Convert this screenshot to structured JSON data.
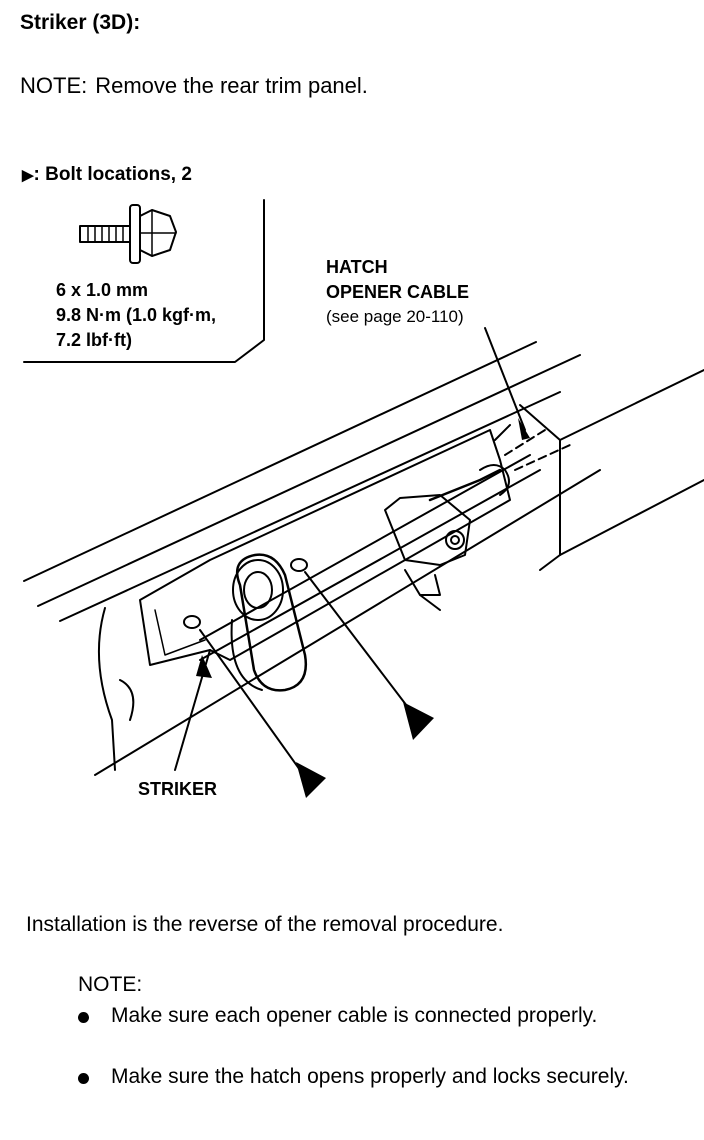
{
  "title": "Striker (3D):",
  "note": {
    "label": "NOTE:",
    "text": "Remove the rear trim panel."
  },
  "bolt_box": {
    "marker": "▶",
    "label": ": Bolt locations, 2",
    "spec_size": "6 x 1.0 mm",
    "spec_torque": "9.8 N·m (1.0 kgf·m,",
    "spec_torque2": "7.2 lbf·ft)"
  },
  "callouts": {
    "hatch_line1": "HATCH",
    "hatch_line2": "OPENER CABLE",
    "hatch_ref": "(see page 20-110)",
    "striker": "STRIKER"
  },
  "install_text": "Installation is the reverse of the removal procedure.",
  "note2_label": "NOTE:",
  "bullets": [
    "Make sure each opener cable is connected properly.",
    "Make sure the hatch opens properly and locks securely."
  ],
  "icons": [
    "bolt-icon",
    "bullet-dot-icon",
    "bolt-location-arrow-icon"
  ]
}
